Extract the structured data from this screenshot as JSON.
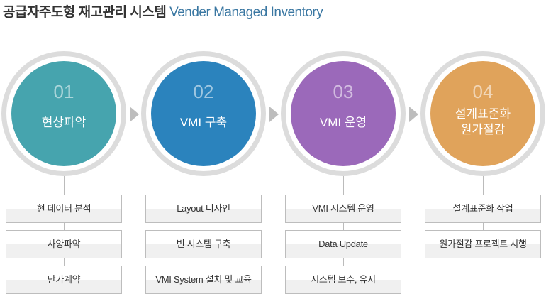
{
  "title": {
    "ko": "공급자주도형 재고관리 시스템",
    "en": "Vender Managed Inventory"
  },
  "steps": [
    {
      "num": "01",
      "name": "현상파악",
      "color": "#46a4ae",
      "items": [
        "현 데이터 분석",
        "사양파악",
        "단가계약"
      ]
    },
    {
      "num": "02",
      "name": "VMI 구축",
      "color": "#2b83bd",
      "items": [
        "Layout 디자인",
        "빈 시스템 구축",
        "VMI System 설치 및 교육"
      ]
    },
    {
      "num": "03",
      "name": "VMI 운영",
      "color": "#9b69ba",
      "items": [
        "VMI 시스템 운영",
        "Data Update",
        "시스템 보수, 유지"
      ]
    },
    {
      "num": "04",
      "name": "설계표준화\n원가절감",
      "color": "#e0a35b",
      "items": [
        "설계표준화  작업",
        "원가절감 프로젝트 시행"
      ]
    }
  ]
}
